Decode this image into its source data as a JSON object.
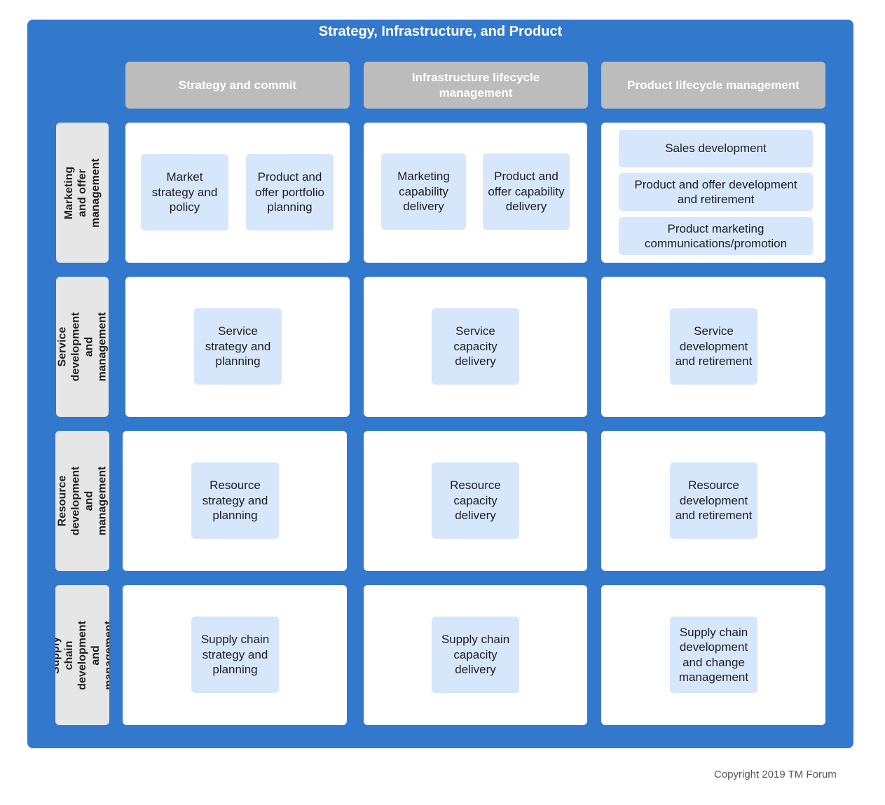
{
  "title": "Strategy, Infrastructure, and Product",
  "columns": [
    "Strategy and commit",
    "Infrastructure lifecycle management",
    "Product lifecycle management"
  ],
  "rows": [
    {
      "label": "Marketing and offer management",
      "cells": [
        [
          "Market strategy and policy",
          "Product and offer portfolio planning"
        ],
        [
          "Marketing capability delivery",
          "Product and offer capability delivery"
        ],
        [
          "Sales development",
          "Product and offer development and retirement",
          "Product marketing communications/promotion"
        ]
      ]
    },
    {
      "label": "Service development and management",
      "cells": [
        [
          "Service strategy and planning"
        ],
        [
          "Service capacity delivery"
        ],
        [
          "Service development and retirement"
        ]
      ]
    },
    {
      "label": "Resource development and management",
      "cells": [
        [
          "Resource strategy and planning"
        ],
        [
          "Resource capacity delivery"
        ],
        [
          "Resource development and retirement"
        ]
      ]
    },
    {
      "label": "Supply chain development and management",
      "cells": [
        [
          "Supply chain strategy and planning"
        ],
        [
          "Supply chain capacity delivery"
        ],
        [
          "Supply chain development and change management"
        ]
      ]
    }
  ],
  "copyright": "Copyright 2019 TM Forum"
}
